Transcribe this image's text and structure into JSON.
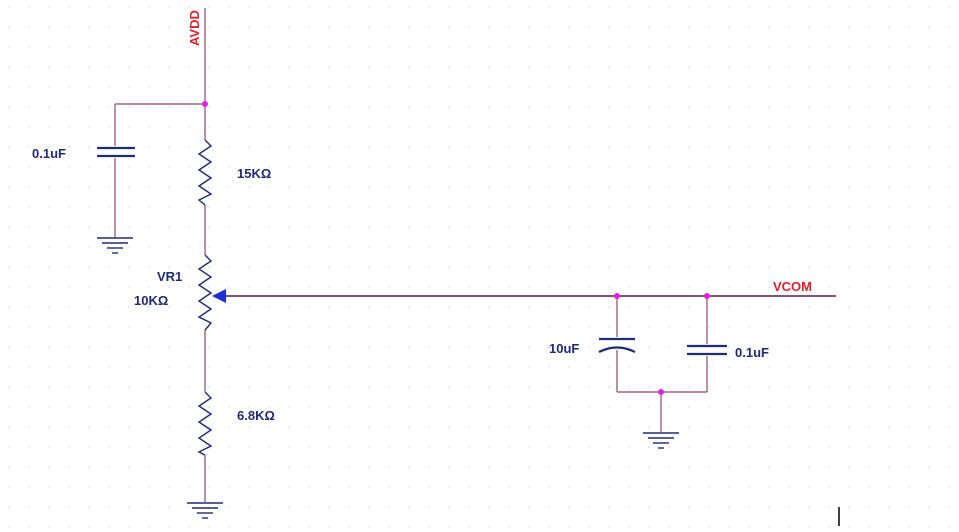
{
  "nets": {
    "avdd": "AVDD",
    "vcom": "VCOM"
  },
  "components": {
    "c_decouple": "0.1uF",
    "r_top": "15KΩ",
    "vr_ref": "VR1",
    "vr_value": "10KΩ",
    "r_bottom": "6.8KΩ",
    "c_bulk": "10uF",
    "c_vcom": "0.1uF"
  },
  "colors": {
    "net_label": "#e0202a",
    "component": "#1f2a78",
    "wire": "#8a4a66",
    "junction": "#e020e0",
    "grid_dot": "#c8c8c8"
  }
}
